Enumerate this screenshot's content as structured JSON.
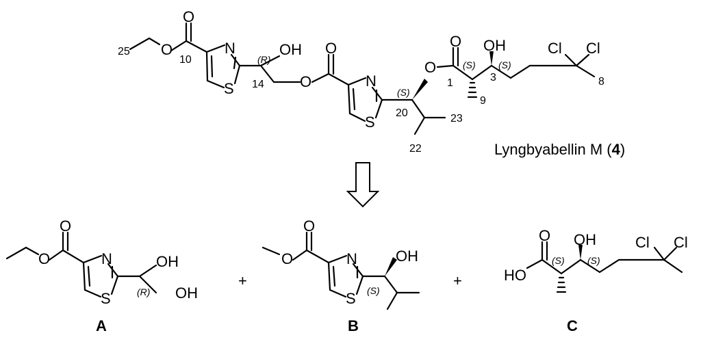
{
  "compound": {
    "name": "Lyngbyabellin M (",
    "number": "4",
    "name_close": ")"
  },
  "atoms": {
    "oxygen": "O",
    "nitrogen": "N",
    "sulfur": "S",
    "hydroxyl": "OH",
    "hydroxyl_left": "HO",
    "chlorine": "Cl"
  },
  "locants": {
    "c1": "1",
    "c3": "3",
    "c8": "8",
    "c9": "9",
    "c10": "10",
    "c14": "14",
    "c20": "20",
    "c22": "22",
    "c23": "23",
    "c25": "25"
  },
  "stereo": {
    "R": "(R)",
    "S": "(S)"
  },
  "operators": {
    "plus": "+"
  },
  "fragments": {
    "A": "A",
    "B": "B",
    "C": "C"
  }
}
